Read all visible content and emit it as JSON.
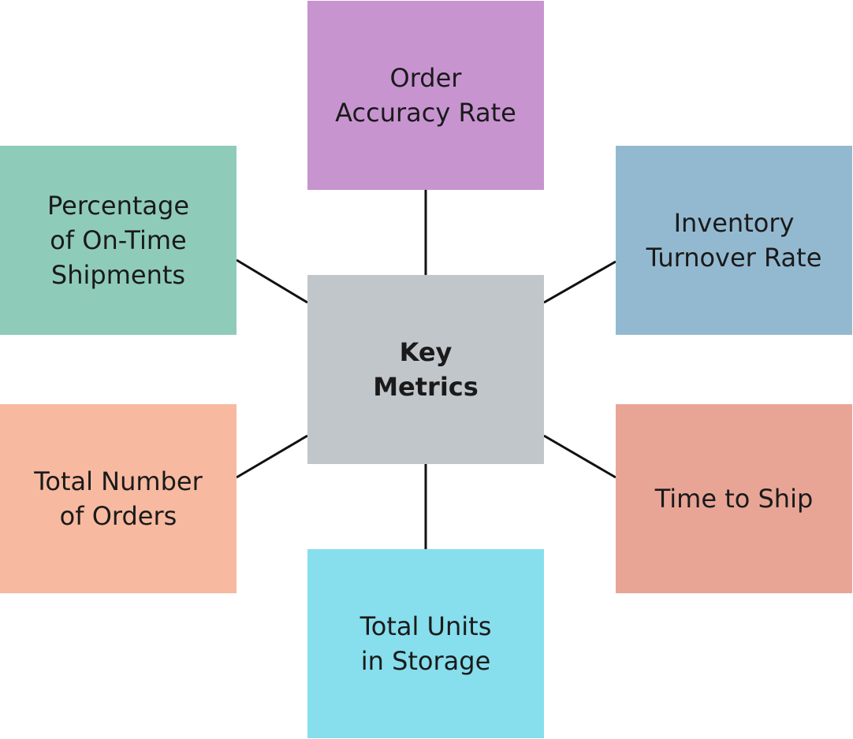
{
  "center": {
    "label": "Key\nMetrics",
    "color": "#c1c6cb"
  },
  "nodes": [
    {
      "id": "order-accuracy-rate",
      "label": "Order\nAccuracy Rate",
      "color": "#c794d0"
    },
    {
      "id": "percentage-on-time-shipments",
      "label": "Percentage\nof On-Time\nShipments",
      "color": "#8fcbb9"
    },
    {
      "id": "inventory-turnover-rate",
      "label": "Inventory\nTurnover Rate",
      "color": "#93b9d0"
    },
    {
      "id": "total-number-of-orders",
      "label": "Total Number\nof Orders",
      "color": "#f7b9a0"
    },
    {
      "id": "time-to-ship",
      "label": "Time to Ship",
      "color": "#e8a596"
    },
    {
      "id": "total-units-in-storage",
      "label": "Total Units\nin Storage",
      "color": "#87deed"
    }
  ],
  "connector_color": "#111111"
}
